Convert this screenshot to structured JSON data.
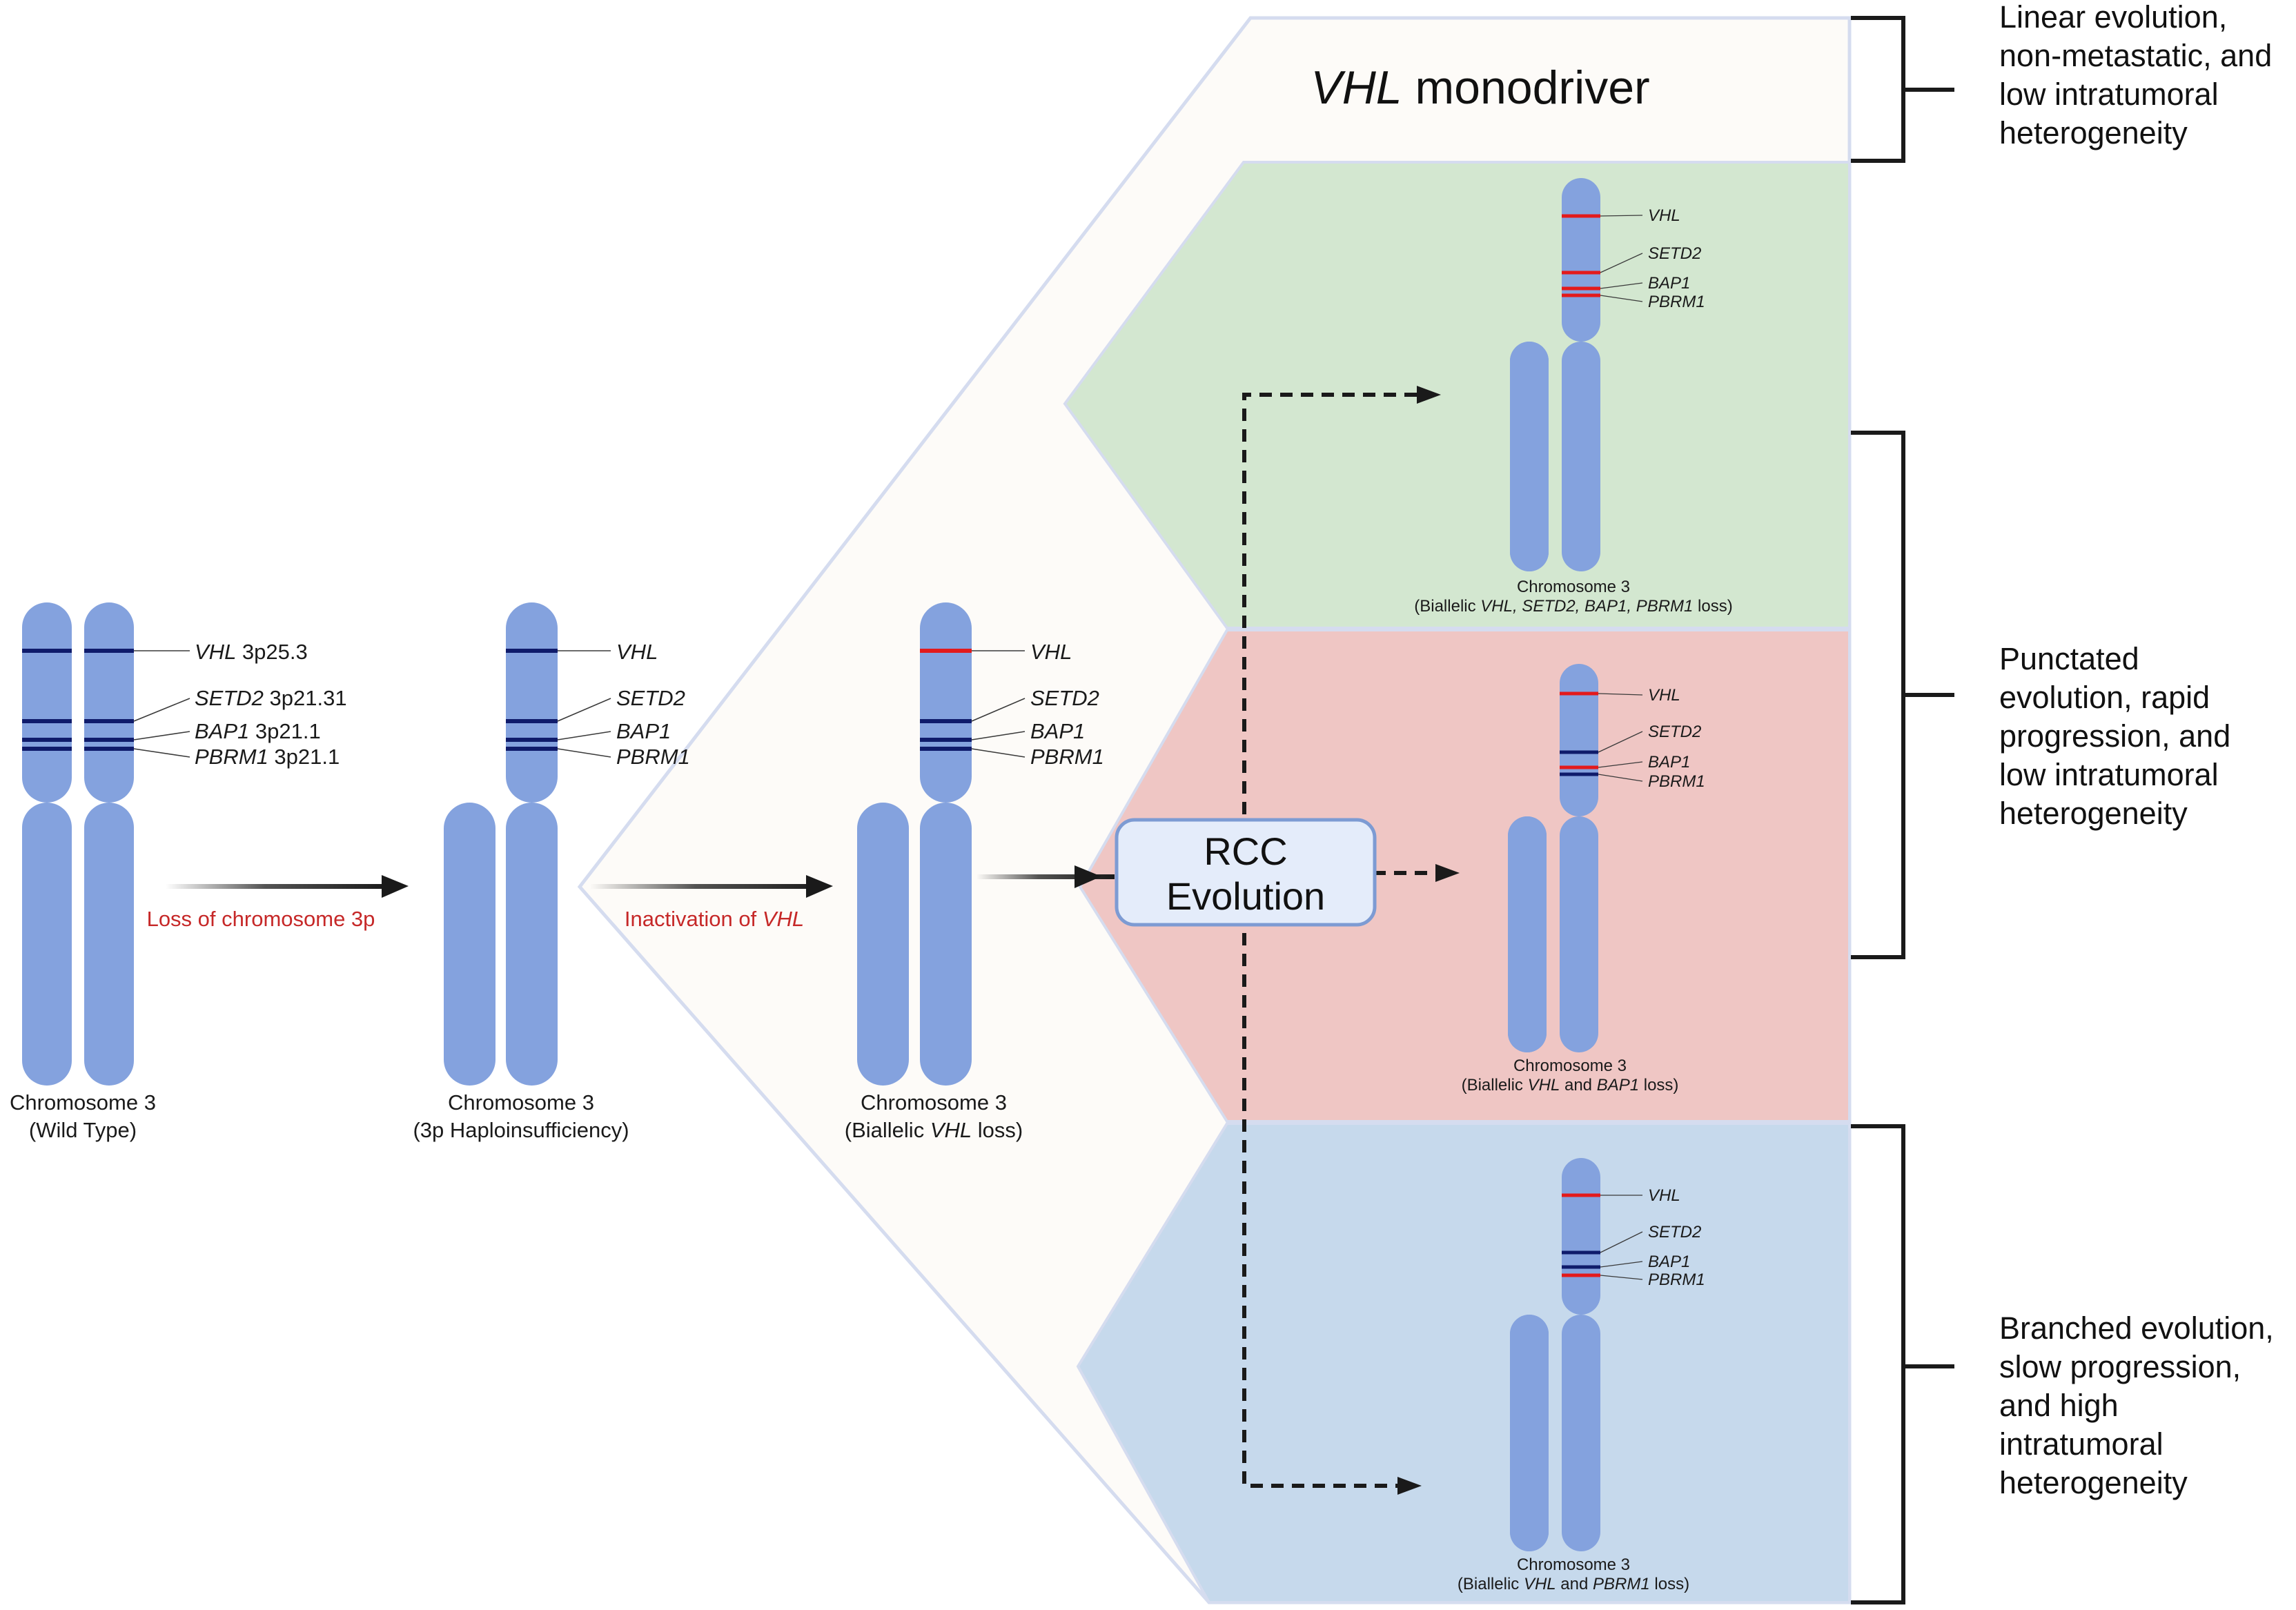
{
  "colors": {
    "chromosome": "#84a2de",
    "band": "#0f1b6b",
    "mutation": "#e31a1c",
    "step_label": "#c62828",
    "panel_top": "#fdfbf8",
    "panel_green": "#d3e7d0",
    "panel_red": "#efc6c4",
    "panel_blue": "#c6d9ec",
    "box_fill": "#e4ecfa",
    "box_stroke": "#7d9bd3"
  },
  "stages": {
    "wild_type": {
      "caption_line1": "Chromosome 3",
      "caption_line2": "(Wild Type)",
      "genes": [
        {
          "gene": "VHL",
          "locus": "3p25.3"
        },
        {
          "gene": "SETD2",
          "locus": "3p21.31"
        },
        {
          "gene": "BAP1",
          "locus": "3p21.1"
        },
        {
          "gene": "PBRM1",
          "locus": "3p21.1"
        }
      ]
    },
    "haplo": {
      "caption_line1": "Chromosome 3",
      "caption_line2": "(3p Haploinsufficiency)",
      "genes": [
        "VHL",
        "SETD2",
        "BAP1",
        "PBRM1"
      ]
    },
    "biallelic": {
      "caption_line1": "Chromosome 3",
      "caption_pre": "(Biallelic ",
      "caption_gene": "VHL",
      "caption_post": " loss)",
      "genes": [
        "VHL",
        "SETD2",
        "BAP1",
        "PBRM1"
      ]
    }
  },
  "steps": {
    "loss": "Loss of chromosome 3p",
    "inactivation_pre": "Inactivation of ",
    "inactivation_gene": "VHL"
  },
  "rcc_box": {
    "line1": "RCC",
    "line2": "Evolution"
  },
  "panels": {
    "top": {
      "title_gene": "VHL",
      "title_rest": " monodriver"
    },
    "green": {
      "genes": [
        "VHL",
        "SETD2",
        "BAP1",
        "PBRM1"
      ],
      "caption_line1": "Chromosome 3",
      "caption_parts": [
        {
          "t": "(Biallelic ",
          "i": false
        },
        {
          "t": "VHL, SETD2, BAP1, PBRM1",
          "i": true
        },
        {
          "t": " loss)",
          "i": false
        }
      ]
    },
    "red": {
      "genes": [
        "VHL",
        "SETD2",
        "BAP1",
        "PBRM1"
      ],
      "caption_line1": "Chromosome 3",
      "caption_parts": [
        {
          "t": "(Biallelic ",
          "i": false
        },
        {
          "t": "VHL",
          "i": true
        },
        {
          "t": " and ",
          "i": false
        },
        {
          "t": "BAP1",
          "i": true
        },
        {
          "t": " loss)",
          "i": false
        }
      ]
    },
    "blue": {
      "genes": [
        "VHL",
        "SETD2",
        "BAP1",
        "PBRM1"
      ],
      "caption_line1": "Chromosome 3",
      "caption_parts": [
        {
          "t": "(Biallelic ",
          "i": false
        },
        {
          "t": "VHL",
          "i": true
        },
        {
          "t": " and ",
          "i": false
        },
        {
          "t": "PBRM1",
          "i": true
        },
        {
          "t": " loss)",
          "i": false
        }
      ]
    }
  },
  "outcomes": {
    "linear": [
      "Linear evolution,",
      "non-metastatic, and",
      "low intratumoral",
      "heterogeneity"
    ],
    "punctuated": [
      "Punctated",
      "evolution, rapid",
      "progression, and",
      "low intratumoral",
      "heterogeneity"
    ],
    "branched": [
      "Branched evolution,",
      "slow progression,",
      "and high",
      "intratumoral",
      "heterogeneity"
    ]
  }
}
